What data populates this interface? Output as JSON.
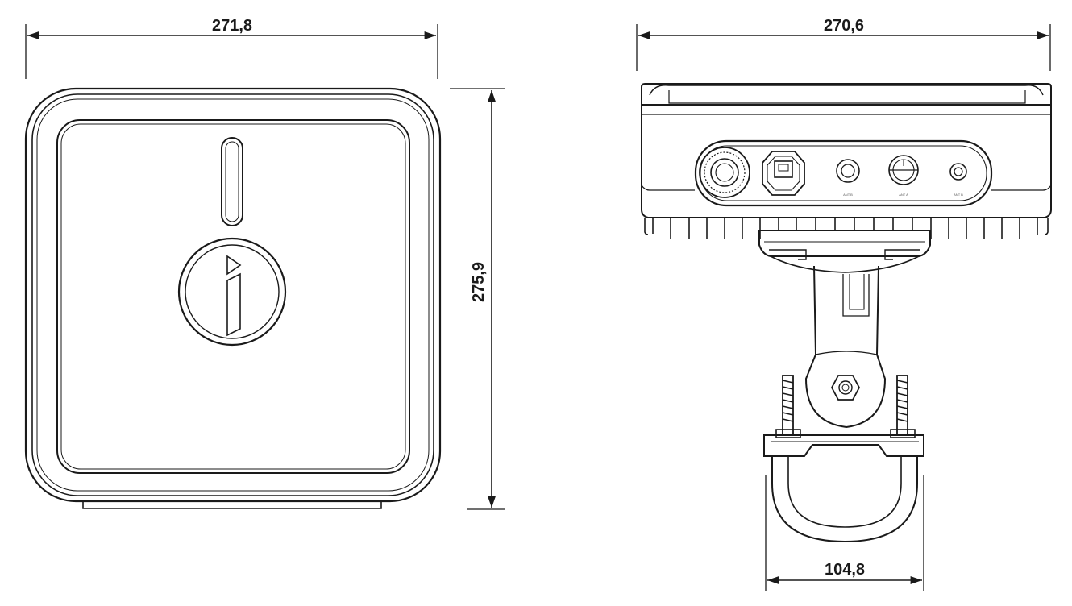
{
  "dimensions": {
    "front_width": "271,8",
    "front_height": "275,9",
    "side_width": "270,6",
    "bracket_width": "104,8"
  },
  "ports": {
    "labels": [
      "",
      "",
      "ANT B",
      "ANT A",
      "ANT B"
    ]
  }
}
